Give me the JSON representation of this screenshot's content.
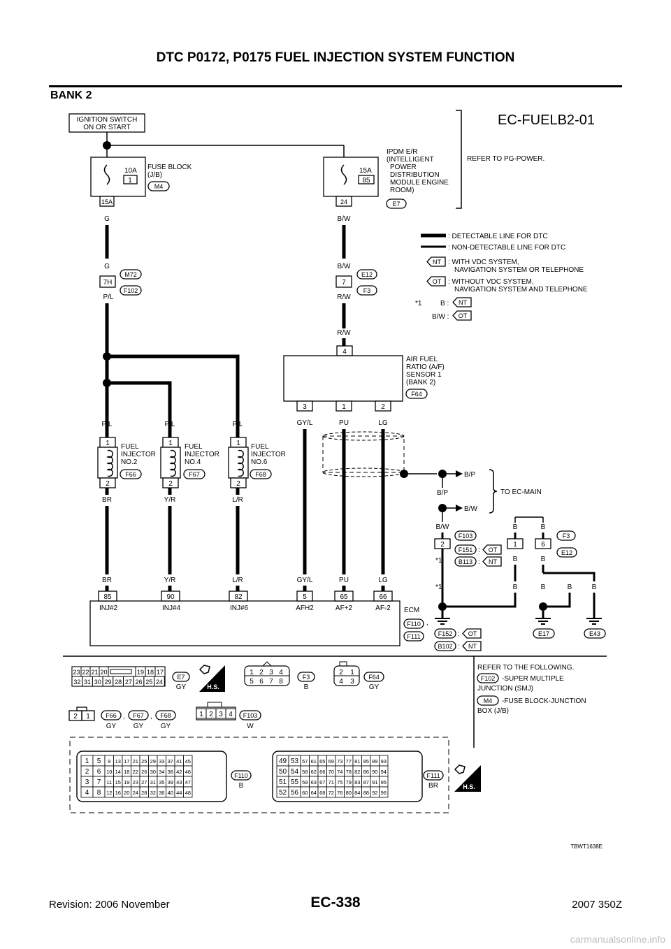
{
  "header": {
    "title": "DTC P0172, P0175 FUEL INJECTION SYSTEM FUNCTION",
    "section": "BANK 2"
  },
  "diagram": {
    "code": "EC-FUELB2-01",
    "ign": [
      "IGNITION SWITCH",
      "ON OR START"
    ],
    "fuse_block": {
      "amp": "10A",
      "num": "1",
      "label": [
        "FUSE BLOCK",
        "(J/B)"
      ],
      "conn": "M4",
      "pin": "15A",
      "wire": "G"
    },
    "ipdm": {
      "amp": "15A",
      "num": "85",
      "label": [
        "IPDM E/R",
        "(INTELLIGENT",
        "POWER",
        "DISTRIBUTION",
        "MODULE ENGINE",
        "ROOM)"
      ],
      "conn": "E7",
      "pin": "24",
      "wire": "B/W"
    },
    "refer_pg": "REFER TO PG-POWER.",
    "legend": {
      "detectable": ": DETECTABLE LINE FOR DTC",
      "nondetectable": ": NON-DETECTABLE LINE FOR DTC",
      "nt_tag": "NT",
      "nt_text": [
        ": WITH VDC SYSTEM,",
        "NAVIGATION SYSTEM OR TELEPHONE"
      ],
      "ot_tag": "OT",
      "ot_text": [
        ": WITHOUT VDC SYSTEM,",
        "NAVIGATION SYSTEM AND TELEPHONE"
      ],
      "star": "*1",
      "b_row": "B :",
      "bw_row": "B/W :"
    },
    "joint1": {
      "pin": "7H",
      "top": "G",
      "bottom": "P/L",
      "conn_a": "M72",
      "conn_b": "F102"
    },
    "joint2": {
      "pin": "7",
      "top": "B/W",
      "bottom": "R/W",
      "conn_a": "E12",
      "conn_b": "F3"
    },
    "af_sensor": {
      "wire_in": "R/W",
      "pin_top": "4",
      "label": [
        "AIR FUEL",
        "RATIO (A/F)",
        "SENSOR 1",
        "(BANK 2)"
      ],
      "conn": "F64",
      "pins": [
        "3",
        "1",
        "2"
      ],
      "wires": [
        "GY/L",
        "PU",
        "LG"
      ]
    },
    "injectors": [
      {
        "top": "P/L",
        "name": [
          "FUEL",
          "INJECTOR",
          "NO.2"
        ],
        "conn": "F66",
        "bottom": "BR",
        "pin1": "1",
        "pin2": "2"
      },
      {
        "top": "P/L",
        "name": [
          "FUEL",
          "INJECTOR",
          "NO.4"
        ],
        "conn": "F67",
        "bottom": "Y/R",
        "pin1": "1",
        "pin2": "2"
      },
      {
        "top": "P/L",
        "name": [
          "FUEL",
          "INJECTOR",
          "NO.6"
        ],
        "conn": "F68",
        "bottom": "L/R",
        "pin1": "1",
        "pin2": "2"
      }
    ],
    "to_ec_main": {
      "bp": "B/P",
      "bw": "B/W",
      "label": "TO EC-MAIN"
    },
    "ground": {
      "bw": "B/W",
      "pin2": "2",
      "conn_f103": "F103",
      "conn_f151": "F151",
      "conn_b113": "B113",
      "b1": "B",
      "pin1": "1",
      "b2": "B",
      "pin6": "6",
      "conn_f3": "F3",
      "conn_e12": "E12",
      "gnd1": "E17",
      "gnd2": "E43",
      "conn_f152": "F152",
      "conn_b102": "B102"
    },
    "ecm": {
      "label": "ECM",
      "conn_a": "F110",
      "conn_b": "F111",
      "pins": [
        {
          "wire": "BR",
          "num": "85",
          "name": "INJ#2"
        },
        {
          "wire": "Y/R",
          "num": "90",
          "name": "INJ#4"
        },
        {
          "wire": "L/R",
          "num": "82",
          "name": "INJ#6"
        },
        {
          "wire": "GY/L",
          "num": "5",
          "name": "AFH2"
        },
        {
          "wire": "PU",
          "num": "65",
          "name": "AF+2"
        },
        {
          "wire": "LG",
          "num": "66",
          "name": "AF-2"
        }
      ]
    },
    "connectors": {
      "e7_top": [
        "23",
        "22",
        "21",
        "20",
        "19",
        "18",
        "17"
      ],
      "e7_bottom": [
        "32",
        "31",
        "30",
        "29",
        "28",
        "27",
        "26",
        "25",
        "24"
      ],
      "e7": "E7",
      "e7_color": "GY",
      "hs": "H.S.",
      "f3_top": [
        "1",
        "2",
        "3",
        "4"
      ],
      "f3_bottom": [
        "5",
        "6",
        "7",
        "8"
      ],
      "f3": "F3",
      "f3_color": "B",
      "f64_top": [
        "2",
        "1"
      ],
      "f64_bottom": [
        "4",
        "3"
      ],
      "f64": "F64",
      "f64_color": "GY",
      "inj_pins": [
        "2",
        "1"
      ],
      "inj_conns": [
        "F66",
        "F67",
        "F68"
      ],
      "inj_colors": [
        "GY",
        "GY",
        "GY"
      ],
      "f103_pins": [
        "1",
        "2",
        "3",
        "4"
      ],
      "f103": "F103",
      "f103_color": "W",
      "f110": "F110",
      "f110_color": "B",
      "f111": "F111",
      "f111_color": "BR",
      "f110_rows": [
        [
          "1",
          "5",
          "9",
          "13",
          "17",
          "21",
          "25",
          "29",
          "33",
          "37",
          "41",
          "45"
        ],
        [
          "2",
          "6",
          "10",
          "14",
          "18",
          "22",
          "26",
          "30",
          "34",
          "38",
          "42",
          "46"
        ],
        [
          "3",
          "7",
          "11",
          "15",
          "19",
          "23",
          "27",
          "31",
          "35",
          "39",
          "43",
          "47"
        ],
        [
          "4",
          "8",
          "12",
          "16",
          "20",
          "24",
          "28",
          "32",
          "36",
          "40",
          "44",
          "48"
        ]
      ],
      "f111_rows": [
        [
          "49",
          "53",
          "57",
          "61",
          "65",
          "69",
          "73",
          "77",
          "81",
          "85",
          "89",
          "93"
        ],
        [
          "50",
          "54",
          "58",
          "62",
          "66",
          "70",
          "74",
          "78",
          "82",
          "86",
          "90",
          "94"
        ],
        [
          "51",
          "55",
          "59",
          "63",
          "67",
          "71",
          "75",
          "79",
          "83",
          "87",
          "91",
          "95"
        ],
        [
          "52",
          "56",
          "60",
          "64",
          "68",
          "72",
          "76",
          "80",
          "84",
          "88",
          "92",
          "96"
        ]
      ]
    },
    "refer": {
      "title": "REFER TO THE FOLLOWING.",
      "f102": "F102",
      "f102_text": [
        "-SUPER MULTIPLE",
        "JUNCTION (SMJ)"
      ],
      "m4": "M4",
      "m4_text": [
        "-FUSE BLOCK-JUNCTION",
        "BOX (J/B)"
      ]
    },
    "ref_code": "TBWT1638E"
  },
  "footer": {
    "revision": "Revision: 2006 November",
    "page": "EC-338",
    "model": "2007 350Z",
    "watermark": "carmanualsonline.info"
  }
}
